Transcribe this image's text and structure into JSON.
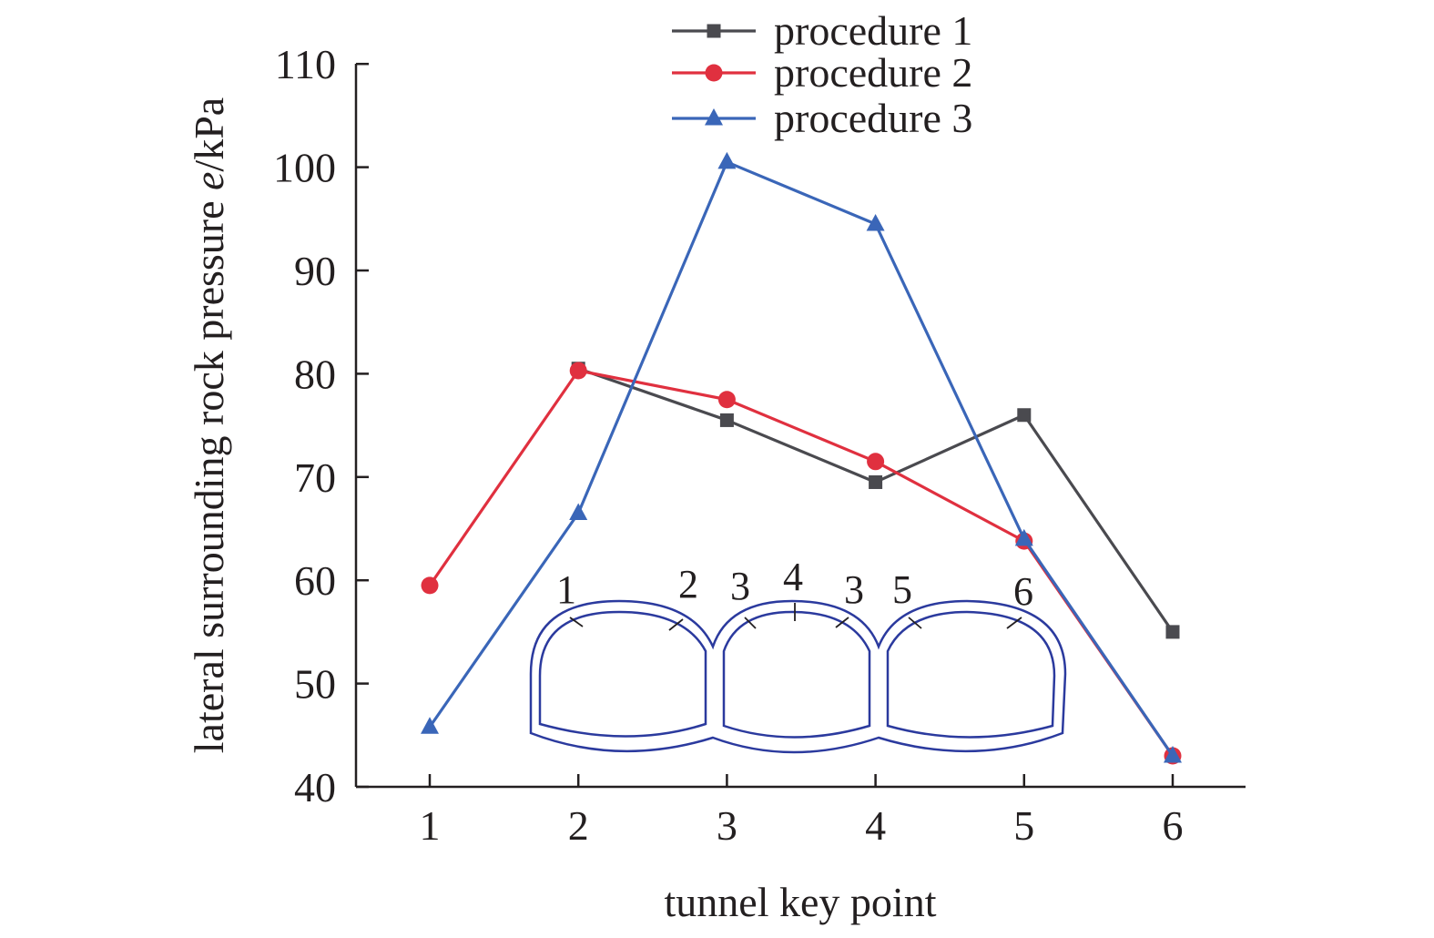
{
  "chart_data": {
    "type": "line",
    "x": [
      1,
      2,
      3,
      4,
      5,
      6
    ],
    "x_ticks": [
      "1",
      "2",
      "3",
      "4",
      "5",
      "6"
    ],
    "y_ticks": [
      "40",
      "50",
      "60",
      "70",
      "80",
      "90",
      "100",
      "110"
    ],
    "ylim": [
      40,
      110
    ],
    "xlabel": "tunnel key point",
    "ylabel_prefix": "lateral surrounding rock pressure ",
    "ylabel_symbol": "e",
    "ylabel_unit": "/kPa",
    "grid": false,
    "legend_position": "top",
    "series": [
      {
        "name": "procedure 1",
        "marker": "square",
        "color": "#4a4a4f",
        "values": [
          null,
          80.5,
          75.5,
          69.5,
          76.0,
          55.0
        ]
      },
      {
        "name": "procedure 2",
        "marker": "circle",
        "color": "#e0303f",
        "values": [
          59.5,
          80.3,
          77.5,
          71.5,
          63.8,
          43.0
        ]
      },
      {
        "name": "procedure 3",
        "marker": "triangle",
        "color": "#3a66b8",
        "values": [
          45.8,
          66.5,
          100.5,
          94.5,
          64.0,
          43.0
        ]
      }
    ],
    "inset_labels": [
      "1",
      "2",
      "3",
      "4",
      "3",
      "5",
      "6"
    ],
    "inset_color": "#2b3a9e"
  }
}
